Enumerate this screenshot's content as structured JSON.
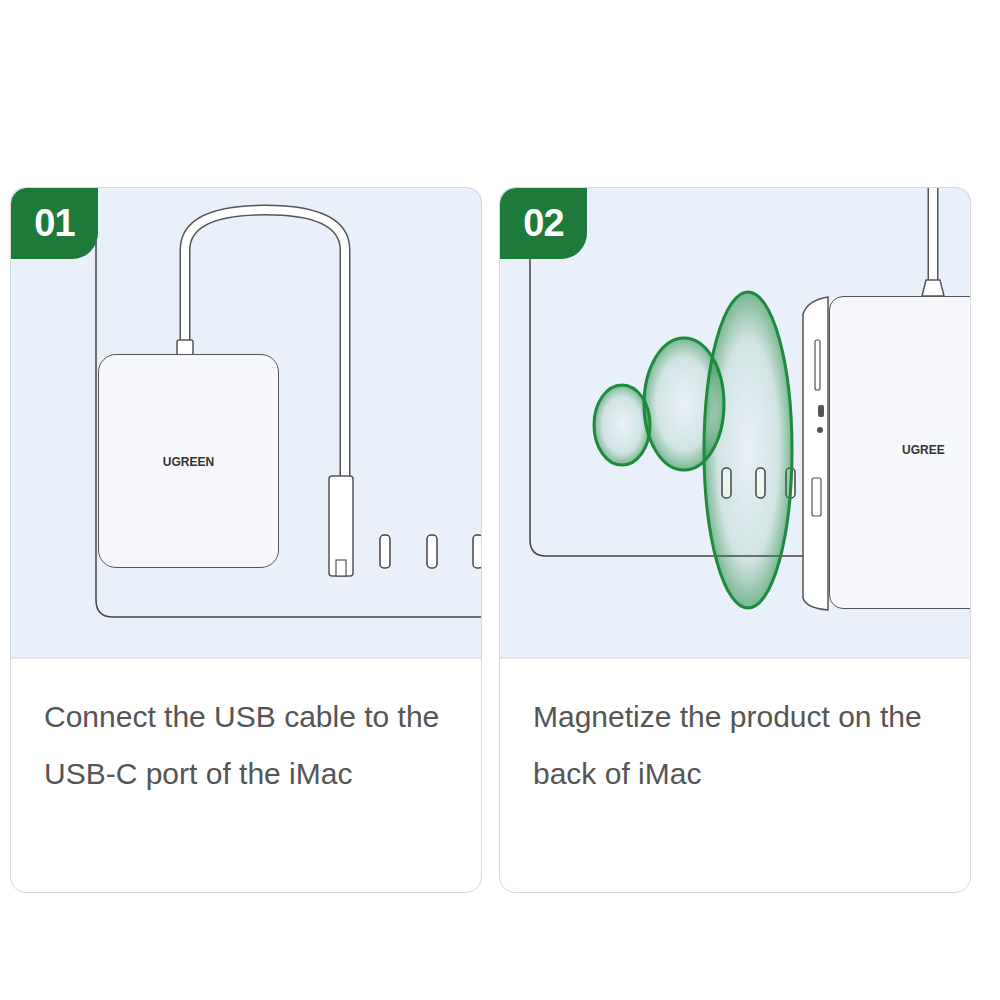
{
  "diagram": {
    "nodes": [
      {
        "text": [
          "Connect the USB cable to the USB-C port of the iMac"
        ]
      },
      {
        "text": [
          "01"
        ],
        "in": 0
      },
      {
        "text": [
          "UGREEN"
        ],
        "in": 0
      },
      {
        "text": [
          "Magnetize the product on the back of iMac"
        ]
      },
      {
        "text": [
          "02"
        ],
        "in": 3
      },
      {
        "text": [
          "UGREE"
        ],
        "in": 3
      }
    ]
  }
}
